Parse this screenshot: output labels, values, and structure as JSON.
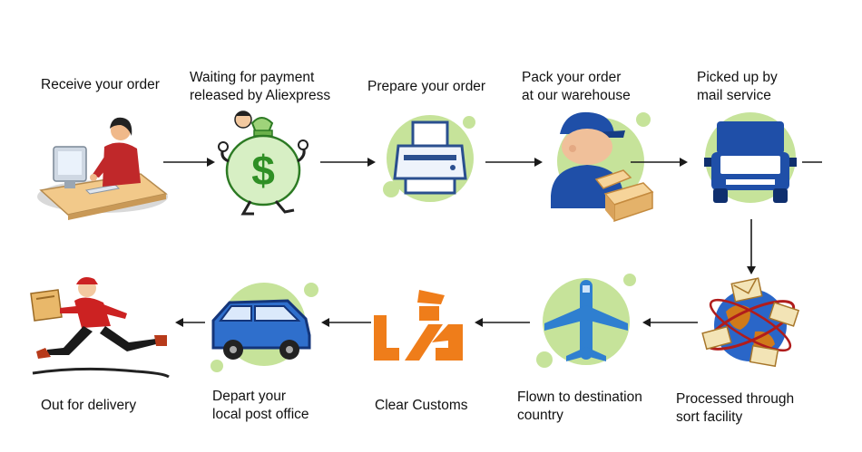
{
  "steps": [
    {
      "label_lines": [
        "Receive your order"
      ],
      "icon": "receive-order-icon"
    },
    {
      "label_lines": [
        "Waiting for payment",
        "released by Aliexpress"
      ],
      "icon": "money-bag-icon"
    },
    {
      "label_lines": [
        "Prepare your order"
      ],
      "icon": "printer-icon"
    },
    {
      "label_lines": [
        "Pack your order",
        "at our warehouse"
      ],
      "icon": "warehouse-worker-icon"
    },
    {
      "label_lines": [
        "Picked up by",
        "mail service"
      ],
      "icon": "truck-icon"
    },
    {
      "label_lines": [
        "Processed through",
        "sort facility"
      ],
      "icon": "globe-mail-icon"
    },
    {
      "label_lines": [
        "Flown to destination",
        "country"
      ],
      "icon": "airplane-icon"
    },
    {
      "label_lines": [
        "Clear Customs"
      ],
      "icon": "customs-officer-icon"
    },
    {
      "label_lines": [
        "Depart your",
        "local post office"
      ],
      "icon": "car-icon"
    },
    {
      "label_lines": [
        "Out for delivery"
      ],
      "icon": "delivery-man-icon"
    }
  ],
  "colors": {
    "circle": "#c6e39a",
    "circle_dark": "#8cc63f",
    "truck_blue": "#1f4fa8",
    "plane_blue": "#2f7fd0",
    "customs_orange": "#ef7d1a",
    "money_green": "#3a9a2a",
    "arrow": "#1a1a1a"
  }
}
